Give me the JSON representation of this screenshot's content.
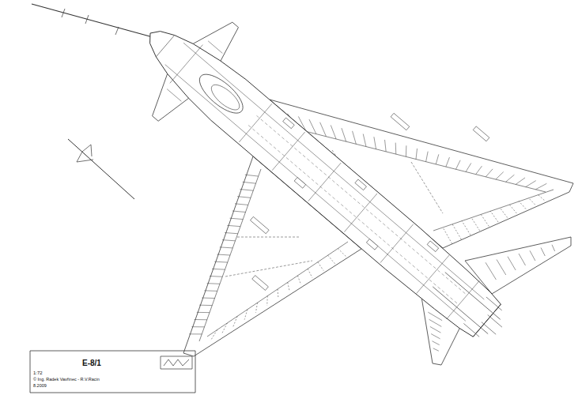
{
  "diagram": {
    "title": "E-8/1",
    "labels": [
      "1:72",
      "© Ing. Radek Vavřinec - R.V.Racin",
      "8.2009"
    ]
  }
}
